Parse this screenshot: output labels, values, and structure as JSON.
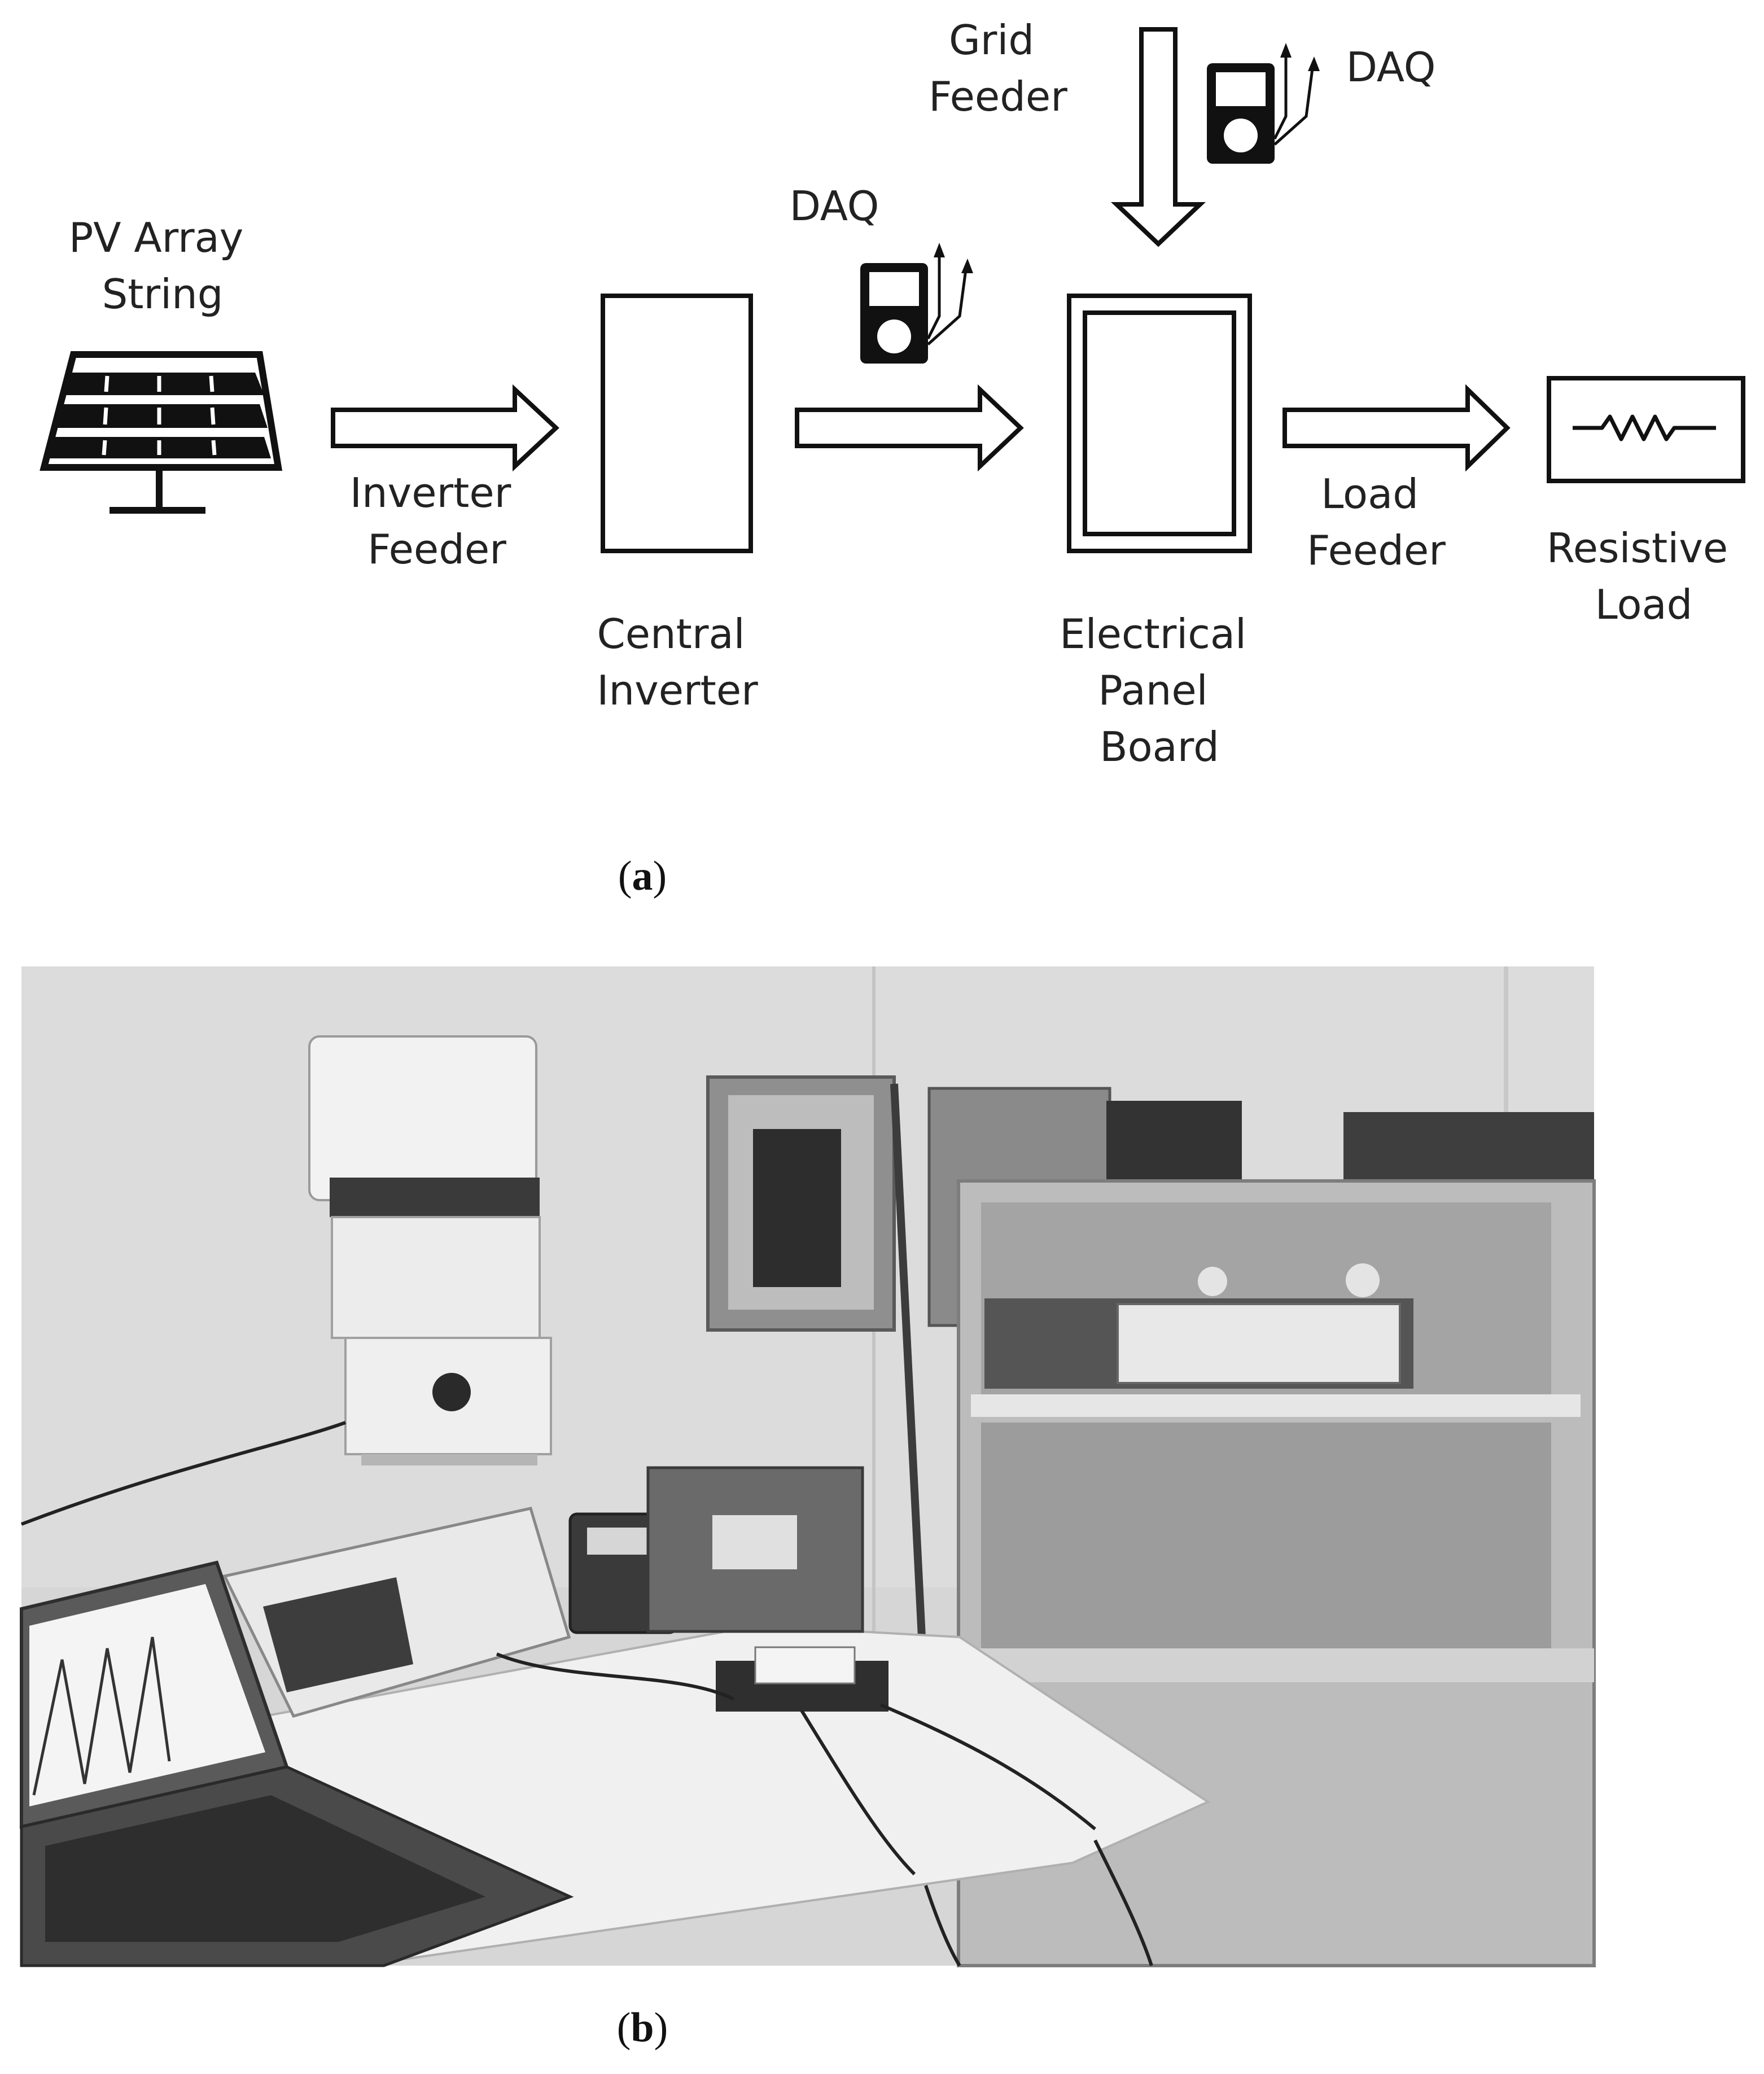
{
  "labels": {
    "pv_array": [
      "PV Array",
      "String"
    ],
    "inverter_feeder": [
      "Inverter",
      "Feeder"
    ],
    "central_inverter": [
      "Central",
      "Inverter"
    ],
    "daq_left": "DAQ",
    "grid_feeder": [
      "Grid",
      "Feeder"
    ],
    "daq_right": "DAQ",
    "panel_board": [
      "Electrical",
      "Panel",
      "Board"
    ],
    "load_feeder": [
      "Load",
      "Feeder"
    ],
    "resistive_load": [
      "Resistive",
      "Load"
    ]
  },
  "captions": {
    "a": "a",
    "b": "b"
  },
  "photo": {
    "wall_color": "#d9d9d9",
    "table_color": "#eeeeee",
    "cabinet_color": "#b8b8b8"
  },
  "icons": [
    "solar-panel-icon",
    "daq-meter-icon",
    "resistor-icon"
  ]
}
